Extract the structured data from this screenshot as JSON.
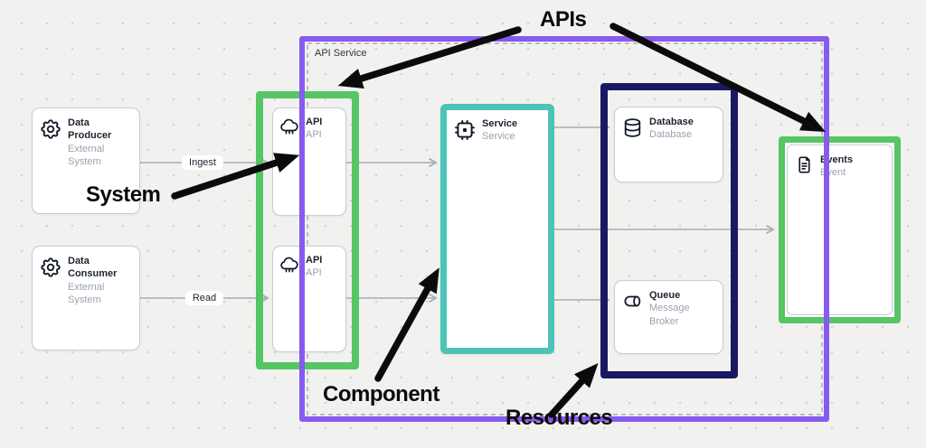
{
  "canvas": {
    "background": "#f1f1ef",
    "dot_color": "#d2d2cf"
  },
  "colors": {
    "purple_container": "#875af0",
    "green_container": "#56c564",
    "teal_component": "#4cc3b7",
    "navy_container": "#191963",
    "connector": "#a6acb8",
    "node_border": "#c7ccd6",
    "title_text": "#1c2430",
    "subtitle_text": "#9aa2ae",
    "annotation_text": "#0b0b0b"
  },
  "api_service": {
    "label": "API Service"
  },
  "nodes": [
    {
      "id": "data-producer",
      "title": "Data Producer",
      "subtitle": "External System",
      "icon": "gear-icon"
    },
    {
      "id": "data-consumer",
      "title": "Data Consumer",
      "subtitle": "External System",
      "icon": "gear-icon"
    },
    {
      "id": "api-1",
      "title": "API",
      "subtitle": "API",
      "icon": "cloud-icon"
    },
    {
      "id": "api-2",
      "title": "API",
      "subtitle": "API",
      "icon": "cloud-icon"
    },
    {
      "id": "service",
      "title": "Service",
      "subtitle": "Service",
      "icon": "chip-icon"
    },
    {
      "id": "database",
      "title": "Database",
      "subtitle": "Database",
      "icon": "database-icon"
    },
    {
      "id": "queue",
      "title": "Queue",
      "subtitle": "Message Broker",
      "icon": "queue-icon"
    },
    {
      "id": "events",
      "title": "Events",
      "subtitle": "Event",
      "icon": "document-icon"
    }
  ],
  "edges": [
    {
      "from": "data-producer",
      "to": "api-1",
      "label": "Ingest"
    },
    {
      "from": "data-consumer",
      "to": "api-2",
      "label": "Read"
    },
    {
      "from": "api-1",
      "to": "service",
      "label": ""
    },
    {
      "from": "api-2",
      "to": "service",
      "label": ""
    },
    {
      "from": "service",
      "to": "database",
      "label": ""
    },
    {
      "from": "service",
      "to": "queue",
      "label": ""
    },
    {
      "from": "service",
      "to": "events",
      "label": ""
    }
  ],
  "annotations": [
    {
      "label": "APIs",
      "points_to": "api nodes and events"
    },
    {
      "label": "System",
      "points_to": "api node"
    },
    {
      "label": "Component",
      "points_to": "service node"
    },
    {
      "label": "Resources",
      "points_to": "resources container"
    }
  ]
}
